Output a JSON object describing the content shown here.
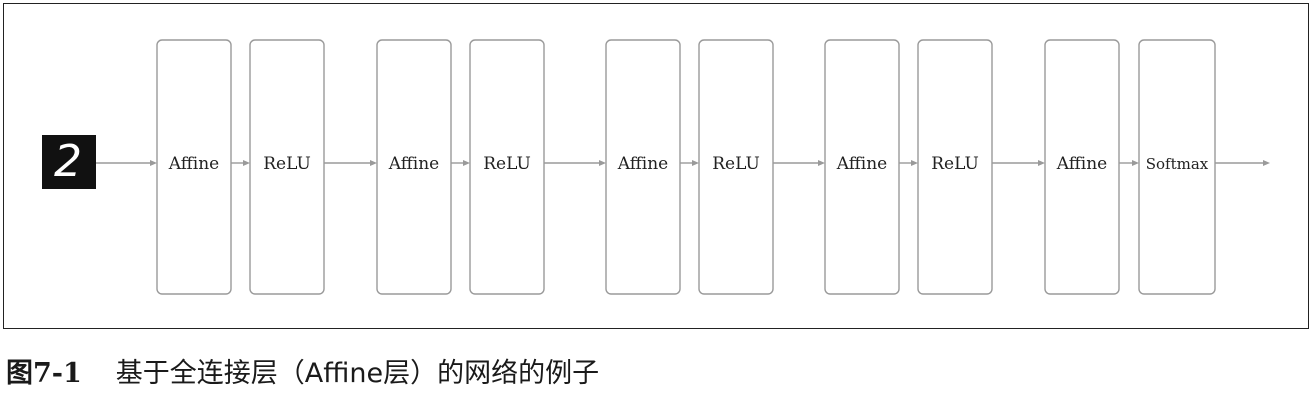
{
  "diagram": {
    "input_digit": "2",
    "layers": [
      {
        "label": "Affine"
      },
      {
        "label": "ReLU"
      },
      {
        "label": "Affine"
      },
      {
        "label": "ReLU"
      },
      {
        "label": "Affine"
      },
      {
        "label": "ReLU"
      },
      {
        "label": "Affine"
      },
      {
        "label": "ReLU"
      },
      {
        "label": "Affine"
      },
      {
        "label": "Softmax"
      }
    ]
  },
  "caption": {
    "figure_number": "图7-1",
    "text": "基于全连接层（Affine层）的网络的例子"
  }
}
